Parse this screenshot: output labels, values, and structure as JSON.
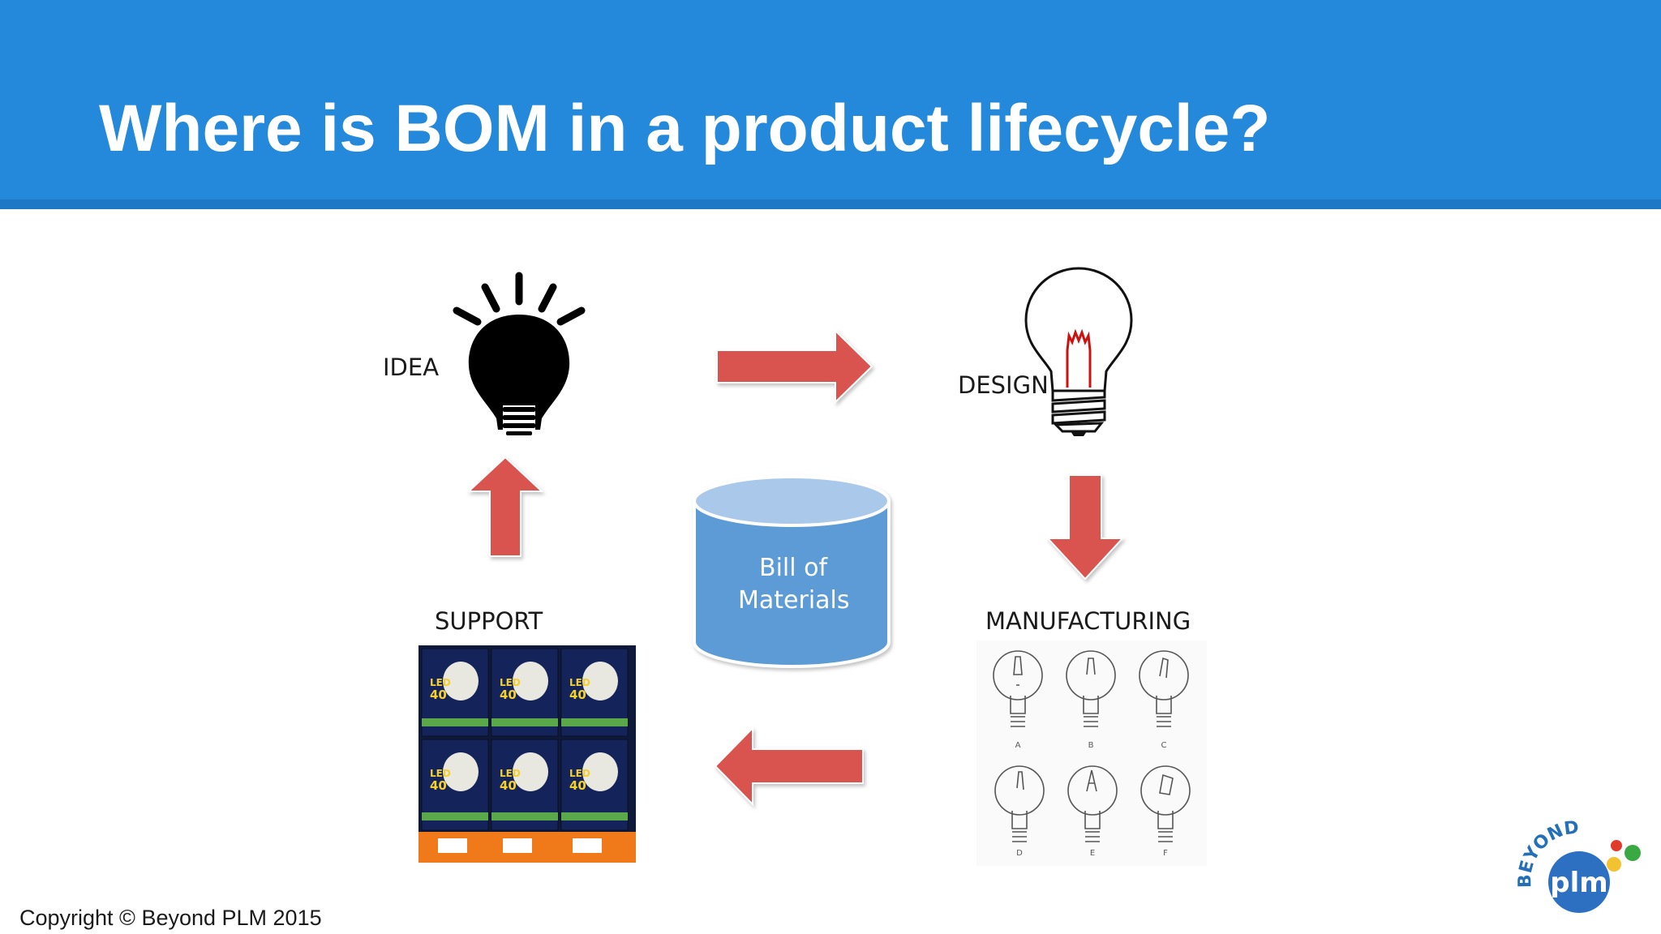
{
  "slide": {
    "title": "Where is BOM in a product lifecycle?",
    "copyright": "Copyright © Beyond PLM 2015"
  },
  "diagram": {
    "stages": {
      "idea": "IDEA",
      "design": "DESIGN",
      "manufacturing": "MANUFACTURING",
      "support": "SUPPORT"
    },
    "center": {
      "line1": "Bill of",
      "line2": "Materials"
    },
    "manufacturing_sketch_labels": [
      "A",
      "B",
      "C",
      "D",
      "E",
      "F"
    ],
    "support_photo": {
      "package_text": [
        "LED",
        "40"
      ]
    },
    "colors": {
      "header": "#2589db",
      "arrow": "#d9534f",
      "cylinder": "#5b9bd5"
    }
  },
  "logo": {
    "word_top": "BEYOND",
    "word_main": "plm"
  }
}
